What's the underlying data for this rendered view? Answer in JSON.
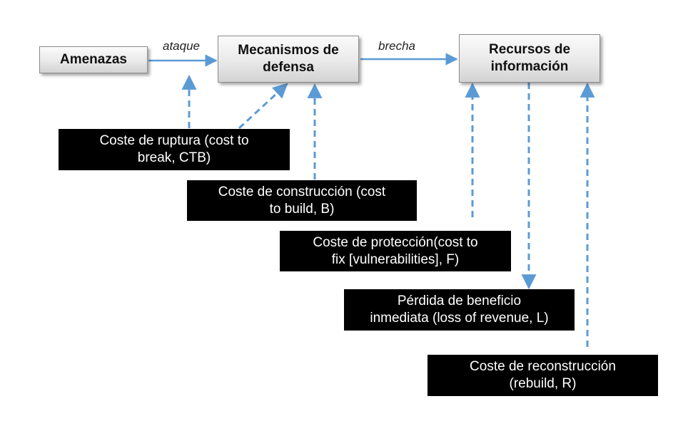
{
  "colors": {
    "arrow": "#5b9bd5",
    "node_border": "#8c8c8c",
    "cost_bg": "#000000",
    "cost_text": "#ffffff"
  },
  "nodes": {
    "amenazas": "Amenazas",
    "mecanismos": "Mecanismos de\ndefensa",
    "recursos": "Recursos de\ninformación"
  },
  "edges": {
    "ataque": "ataque",
    "brecha": "brecha"
  },
  "costs": {
    "ctb": "Coste de ruptura (cost to\nbreak, CTB)",
    "build": "Coste de construcción (cost\nto build, B)",
    "fix": "Coste de protección(cost to\nfix [vulnerabilities], F)",
    "revenue": "Pérdida de beneficio\ninmediata (loss of revenue, L)",
    "rebuild": "Coste de reconstrucción\n(rebuild, R)"
  }
}
